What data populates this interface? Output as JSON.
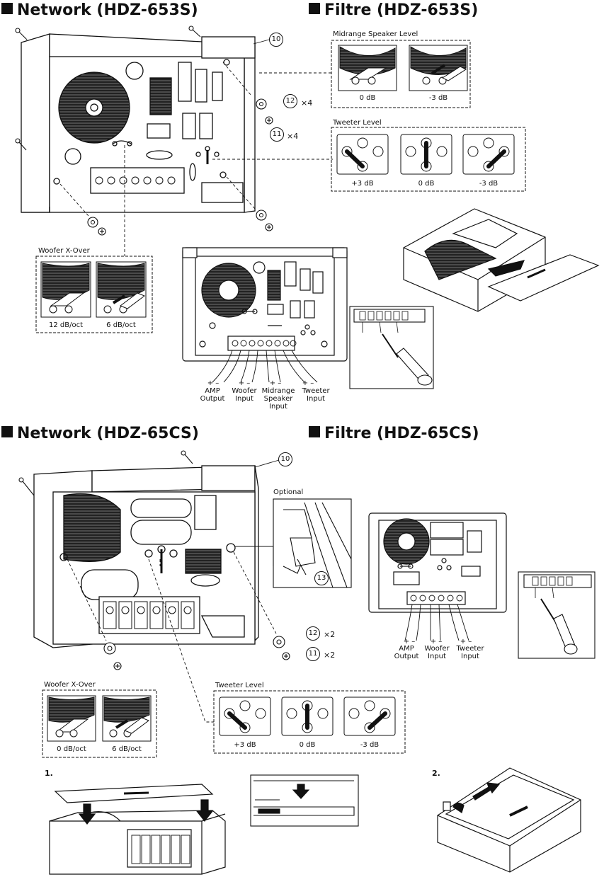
{
  "section_653s": {
    "network_title": "Network (HDZ-653S)",
    "filter_title": "Filtre (HDZ-653S)",
    "midrange_level": {
      "title": "Midrange Speaker Level",
      "options": [
        "0 dB",
        "-3 dB"
      ]
    },
    "tweeter_level": {
      "title": "Tweeter Level",
      "options": [
        "+3 dB",
        "0 dB",
        "-3 dB"
      ]
    },
    "woofer_xover": {
      "title": "Woofer X-Over",
      "options": [
        "12 dB/oct",
        "6 dB/oct"
      ]
    },
    "callouts": {
      "c10": "10",
      "c12": "12",
      "c12_qty": "×4",
      "c11": "11",
      "c11_qty": "×4"
    },
    "terminals": [
      {
        "l1": "AMP",
        "l2": "Output",
        "l3": ""
      },
      {
        "l1": "Woofer",
        "l2": "Input",
        "l3": ""
      },
      {
        "l1": "Midrange",
        "l2": "Speaker",
        "l3": "Input"
      },
      {
        "l1": "Tweeter",
        "l2": "Input",
        "l3": ""
      }
    ],
    "polarity": "+ –"
  },
  "section_65cs": {
    "network_title": "Network (HDZ-65CS)",
    "filter_title": "Filtre (HDZ-65CS)",
    "optional": "Optional",
    "callouts": {
      "c10": "10",
      "c12": "12",
      "c12_qty": "×2",
      "c11": "11",
      "c11_qty": "×2",
      "c13": "13"
    },
    "woofer_xover": {
      "title": "Woofer X-Over",
      "options": [
        "0 dB/oct",
        "6 dB/oct"
      ]
    },
    "tweeter_level": {
      "title": "Tweeter Level",
      "options": [
        "+3 dB",
        "0 dB",
        "-3 dB"
      ]
    },
    "terminals": [
      {
        "l1": "AMP",
        "l2": "Output"
      },
      {
        "l1": "Woofer",
        "l2": "Input"
      },
      {
        "l1": "Tweeter",
        "l2": "Input"
      }
    ],
    "steps": [
      "1.",
      "2."
    ]
  }
}
